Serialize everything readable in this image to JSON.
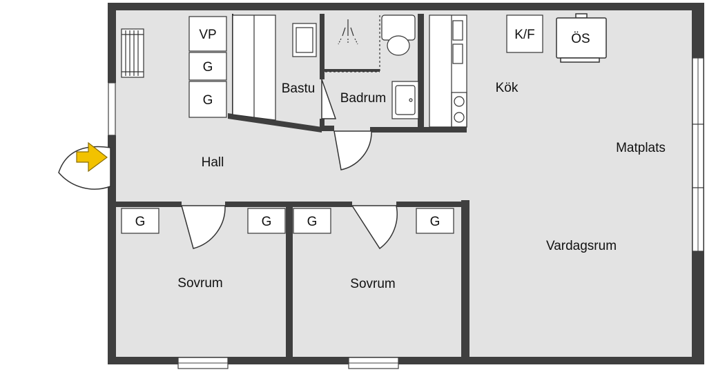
{
  "rooms": {
    "hall": "Hall",
    "bastu": "Bastu",
    "badrum": "Badrum",
    "kok": "Kök",
    "matplats": "Matplats",
    "vardagsrum": "Vardagsrum",
    "sovrum_1": "Sovrum",
    "sovrum_2": "Sovrum"
  },
  "fixtures": {
    "vp": "VP",
    "g_hall_1": "G",
    "g_hall_2": "G",
    "kf": "K/F",
    "os": "ÖS",
    "g_sovrum1_left": "G",
    "g_sovrum1_right": "G",
    "g_sovrum2_left": "G",
    "g_sovrum2_right": "G"
  },
  "colors": {
    "wall": "#3f3f3f",
    "floor": "#e3e3e3",
    "fixture_fill": "#ffffff",
    "entrance_arrow": "#f2c200",
    "line": "#333333"
  },
  "icons": {
    "entrance": "entrance-arrow-icon",
    "shower": "shower-icon",
    "toilet": "toilet-icon",
    "sink": "sink-icon",
    "bathtub": "sauna-bench-icon",
    "radiator": "radiator-icon",
    "stove": "stove-icon"
  }
}
